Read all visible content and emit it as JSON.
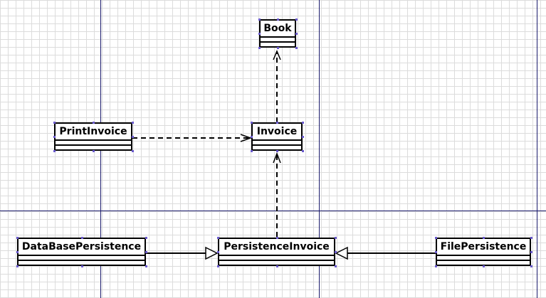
{
  "diagram": {
    "classes": {
      "book": "Book",
      "invoice": "Invoice",
      "print_invoice": "PrintInvoice",
      "persistence_invoice": "PersistenceInvoice",
      "database_persistence": "DataBasePersistence",
      "file_persistence": "FilePersistence"
    },
    "relations": [
      {
        "from": "Invoice",
        "to": "Book",
        "kind": "dependency"
      },
      {
        "from": "PrintInvoice",
        "to": "Invoice",
        "kind": "dependency"
      },
      {
        "from": "PersistenceInvoice",
        "to": "Invoice",
        "kind": "dependency"
      },
      {
        "from": "DataBasePersistence",
        "to": "PersistenceInvoice",
        "kind": "generalization"
      },
      {
        "from": "FilePersistence",
        "to": "PersistenceInvoice",
        "kind": "generalization"
      }
    ]
  }
}
